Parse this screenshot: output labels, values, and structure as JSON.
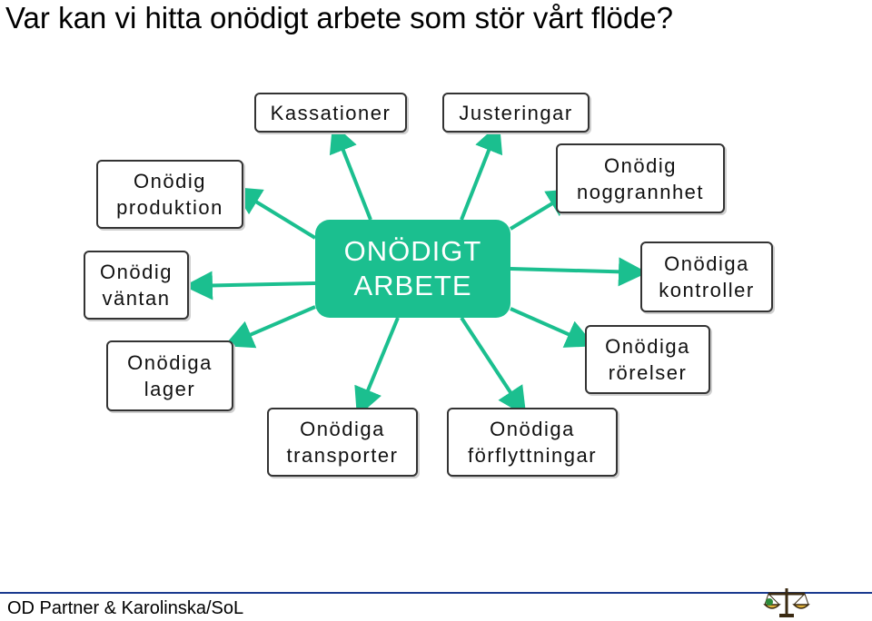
{
  "title": "Var kan vi hitta onödigt arbete som stör vårt flöde?",
  "colors": {
    "center_fill": "#1bbf8f",
    "arrow": "#1bbf8f",
    "box_border": "#333333",
    "footer_line": "#1a3a8f"
  },
  "center": {
    "label": "ONÖDIGT\nARBETE"
  },
  "boxes": {
    "kassationer": "Kassationer",
    "justeringar": "Justeringar",
    "produktion": "Onödig\nproduktion",
    "noggrannhet": "Onödig\nnoggrannhet",
    "vantan": "Onödig\nväntan",
    "kontroller": "Onödiga\nkontroller",
    "lager": "Onödiga\nlager",
    "rorelser": "Onödiga\nrörelser",
    "transporter": "Onödiga\ntransporter",
    "forflyttningar": "Onödiga\nförflyttningar"
  },
  "footer": {
    "text": "OD Partner & Karolinska/SoL"
  },
  "logo": {
    "icon": "scales-icon"
  }
}
